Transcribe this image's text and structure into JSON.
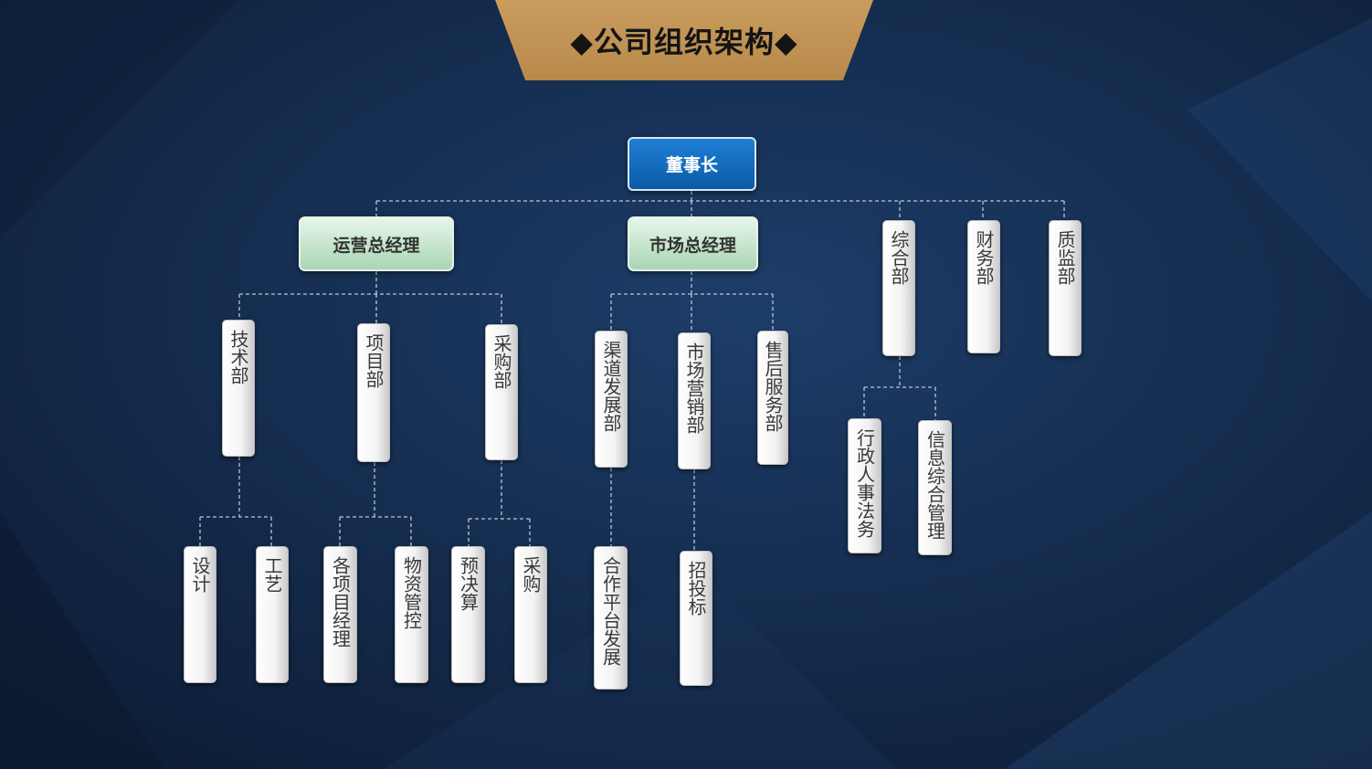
{
  "title": "◆公司组织架构◆",
  "chairman": "董事长",
  "managers": {
    "operations": "运营总经理",
    "marketing": "市场总经理"
  },
  "departments": {
    "tech": "技术部",
    "project": "项目部",
    "purchasing": "采购部",
    "channel": "渠道发展部",
    "market_sales": "市场营销部",
    "after_sales": "售后服务部",
    "general": "综合部",
    "finance": "财务部",
    "quality": "质监部"
  },
  "units": {
    "design": "设计",
    "process": "工艺",
    "project_manager": "各项目经理",
    "materials": "物资管控",
    "budget": "预决算",
    "purchase": "采购",
    "partner_platform": "合作平台发展",
    "bidding": "招投标",
    "admin_hr_legal": "行政人事法务",
    "info_mgmt": "信息综合管理"
  }
}
